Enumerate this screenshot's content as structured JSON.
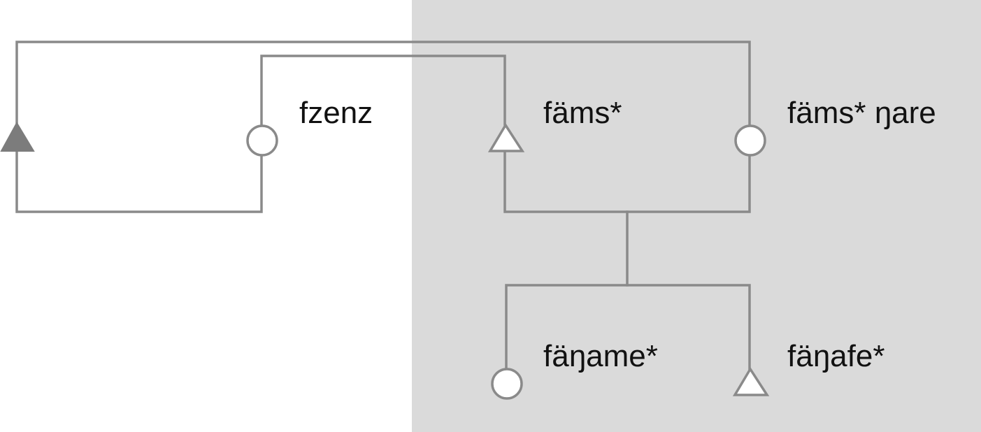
{
  "colors": {
    "line": "#8a8a8a",
    "shaded_region": "#dadada",
    "filled_node": "#7c7c7c",
    "text": "#111111"
  },
  "nodes": [
    {
      "id": "root",
      "shape": "triangle",
      "filled": true,
      "label": ""
    },
    {
      "id": "fzenz",
      "shape": "circle",
      "filled": false,
      "label": "fzenz"
    },
    {
      "id": "fams",
      "shape": "triangle",
      "filled": false,
      "label": "fäms*"
    },
    {
      "id": "fams-nare",
      "shape": "circle",
      "filled": false,
      "label": "fäms* ŋare"
    },
    {
      "id": "fanname",
      "shape": "circle",
      "filled": false,
      "label": "fäŋame*"
    },
    {
      "id": "fannafe",
      "shape": "triangle",
      "filled": false,
      "label": "fäŋafe*"
    }
  ],
  "labels": {
    "fzenz": "fzenz",
    "fams": "fäms*",
    "fams_nare": "fäms* ŋare",
    "fanname": "fäŋame*",
    "fannafe": "fäŋafe*"
  }
}
